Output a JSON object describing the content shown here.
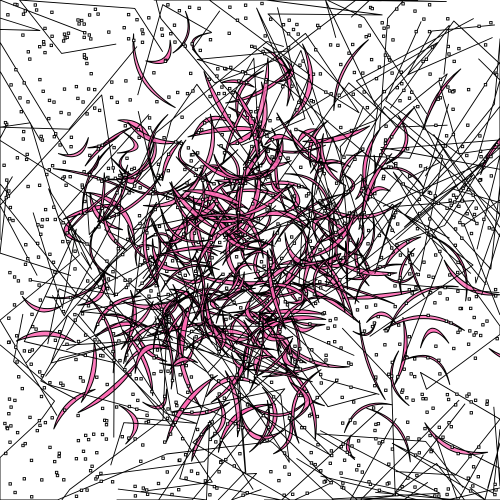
{
  "canvas": {
    "background": "#ffffff"
  },
  "style": {
    "stroke_color": "#000000",
    "fill_color": "#ff69b4",
    "dot_color": "#000000",
    "dot_fill": "#ffffff"
  },
  "generation": {
    "seed": 1337,
    "loop_strokes": 320,
    "line_strokes": 110,
    "dots": 1100
  }
}
